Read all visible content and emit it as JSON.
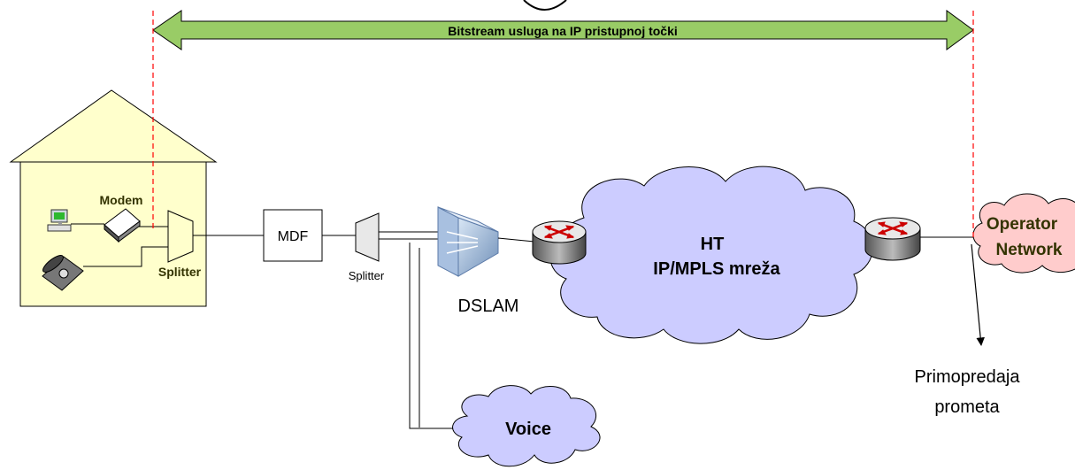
{
  "banner": {
    "label": "Bitstream usluga na IP pristupnoj točki"
  },
  "house": {
    "modem_label": "Modem",
    "splitter_label": "Splitter"
  },
  "mdf": {
    "label": "MDF"
  },
  "splitter": {
    "label": "Splitter"
  },
  "dslam": {
    "label": "DSLAM"
  },
  "core": {
    "line1": "HT",
    "line2": "IP/MPLS mreža"
  },
  "operator": {
    "line1": "Operator",
    "line2": "Network"
  },
  "handover": {
    "line1": "Primopredaja",
    "line2": "prometa"
  },
  "voice": {
    "label": "Voice"
  },
  "colors": {
    "banner_fill": "#99cc66",
    "house_fill": "#ffffcc",
    "cloud_fill": "#ccccff",
    "boundary_line": "#ff0000",
    "router_arrow": "#cc0000",
    "label_dark": "#333300"
  }
}
